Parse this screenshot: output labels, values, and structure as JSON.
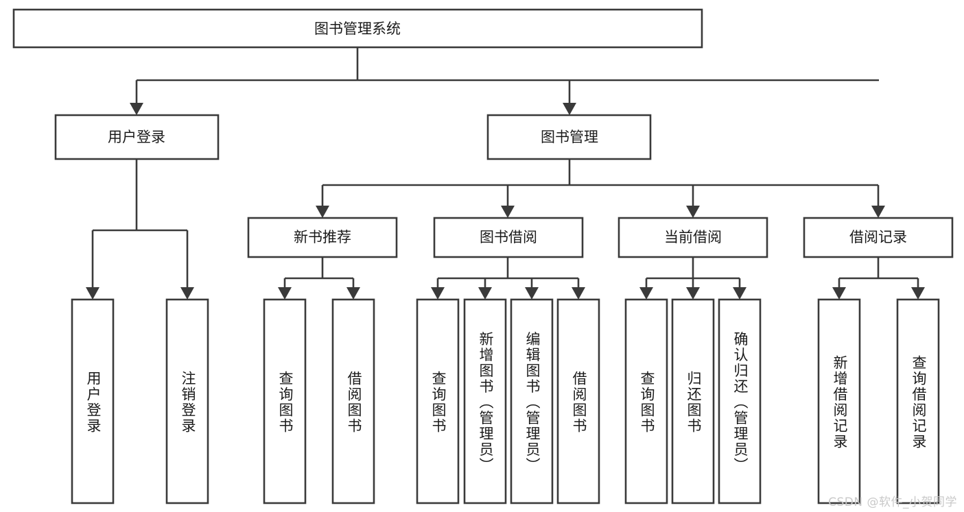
{
  "diagram": {
    "title": "图书管理系统",
    "type": "tree-hierarchy",
    "watermark": "CSDN @软件_小贺同学",
    "colors": {
      "stroke": "#3a3a3a",
      "fill": "#ffffff",
      "text": "#1a1a1a",
      "watermark": "#c9c9c9",
      "background": "#ffffff"
    },
    "root": {
      "label": "图书管理系统"
    },
    "level2": [
      {
        "label": "用户登录"
      },
      {
        "label": "图书管理"
      }
    ],
    "level3": [
      {
        "label": "新书推荐"
      },
      {
        "label": "图书借阅"
      },
      {
        "label": "当前借阅"
      },
      {
        "label": "借阅记录"
      }
    ],
    "leaves": {
      "user_login": [
        {
          "label": "用户登录"
        },
        {
          "label": "注销登录"
        }
      ],
      "new_book_recommend": [
        {
          "label": "查询图书"
        },
        {
          "label": "借阅图书"
        }
      ],
      "book_borrow": [
        {
          "label": "查询图书"
        },
        {
          "label": "新增图书（管理员）"
        },
        {
          "label": "编辑图书（管理员）"
        },
        {
          "label": "借阅图书"
        }
      ],
      "current_borrow": [
        {
          "label": "查询图书"
        },
        {
          "label": "归还图书"
        },
        {
          "label": "确认归还（管理员）"
        }
      ],
      "borrow_record": [
        {
          "label": "新增借阅记录"
        },
        {
          "label": "查询借阅记录"
        }
      ]
    }
  }
}
